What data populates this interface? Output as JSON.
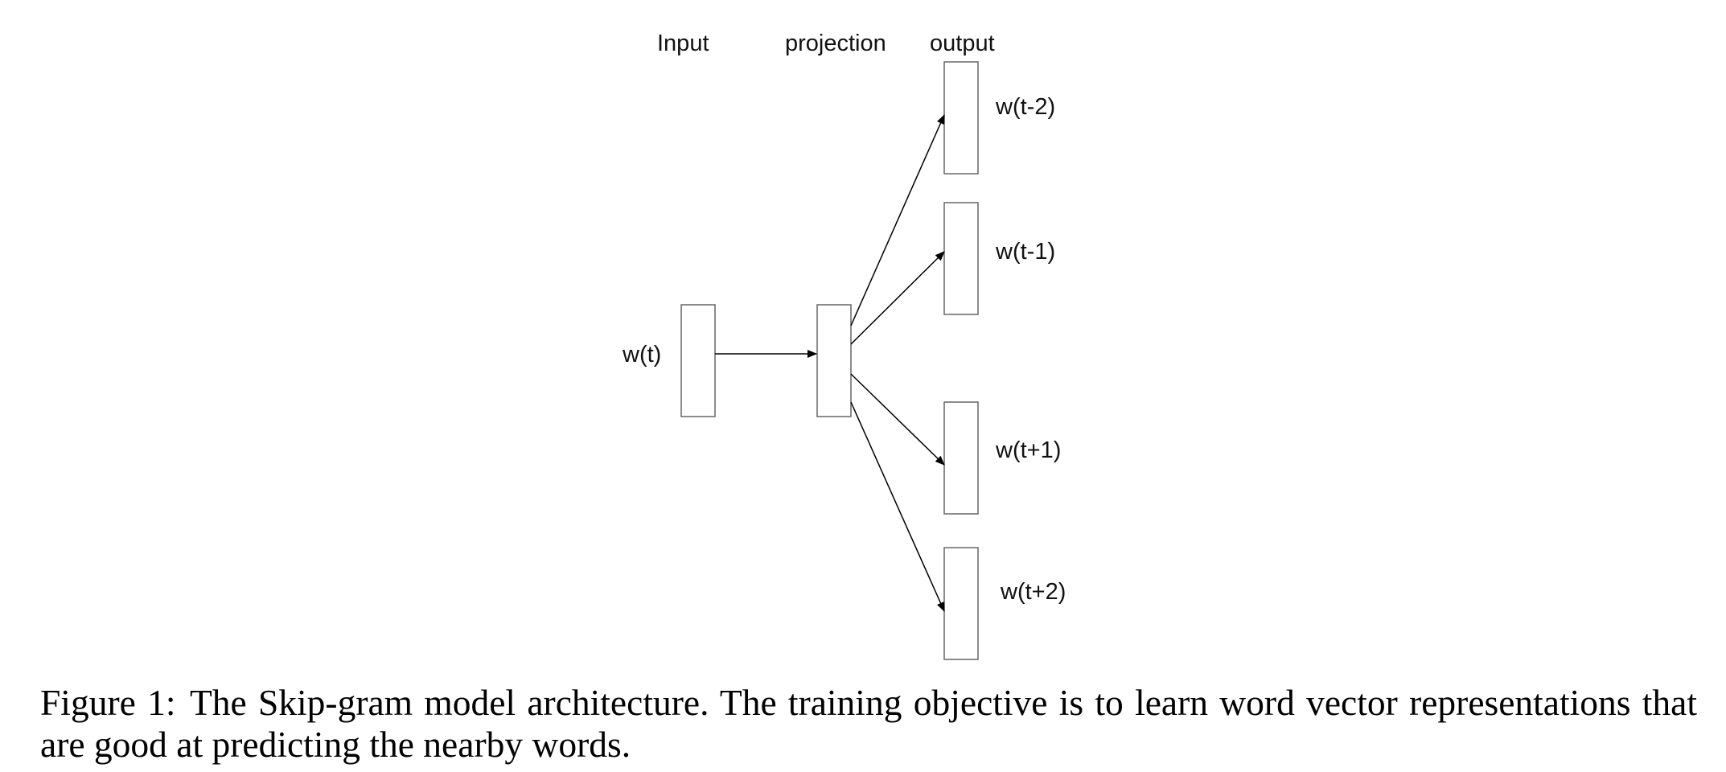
{
  "layer_labels": {
    "input": "Input",
    "projection": "projection",
    "output": "output"
  },
  "input_word": "w(t)",
  "output_words": [
    "w(t-2)",
    "w(t-1)",
    "w(t+1)",
    "w(t+2)"
  ],
  "caption": {
    "label": "Figure 1:",
    "text": "The Skip-gram model architecture. The training objective is to learn word vector representations that are good at predicting the nearby words."
  },
  "colors": {
    "box_stroke": "#666666",
    "arrow": "#000000",
    "text": "#111111",
    "background": "#ffffff"
  }
}
